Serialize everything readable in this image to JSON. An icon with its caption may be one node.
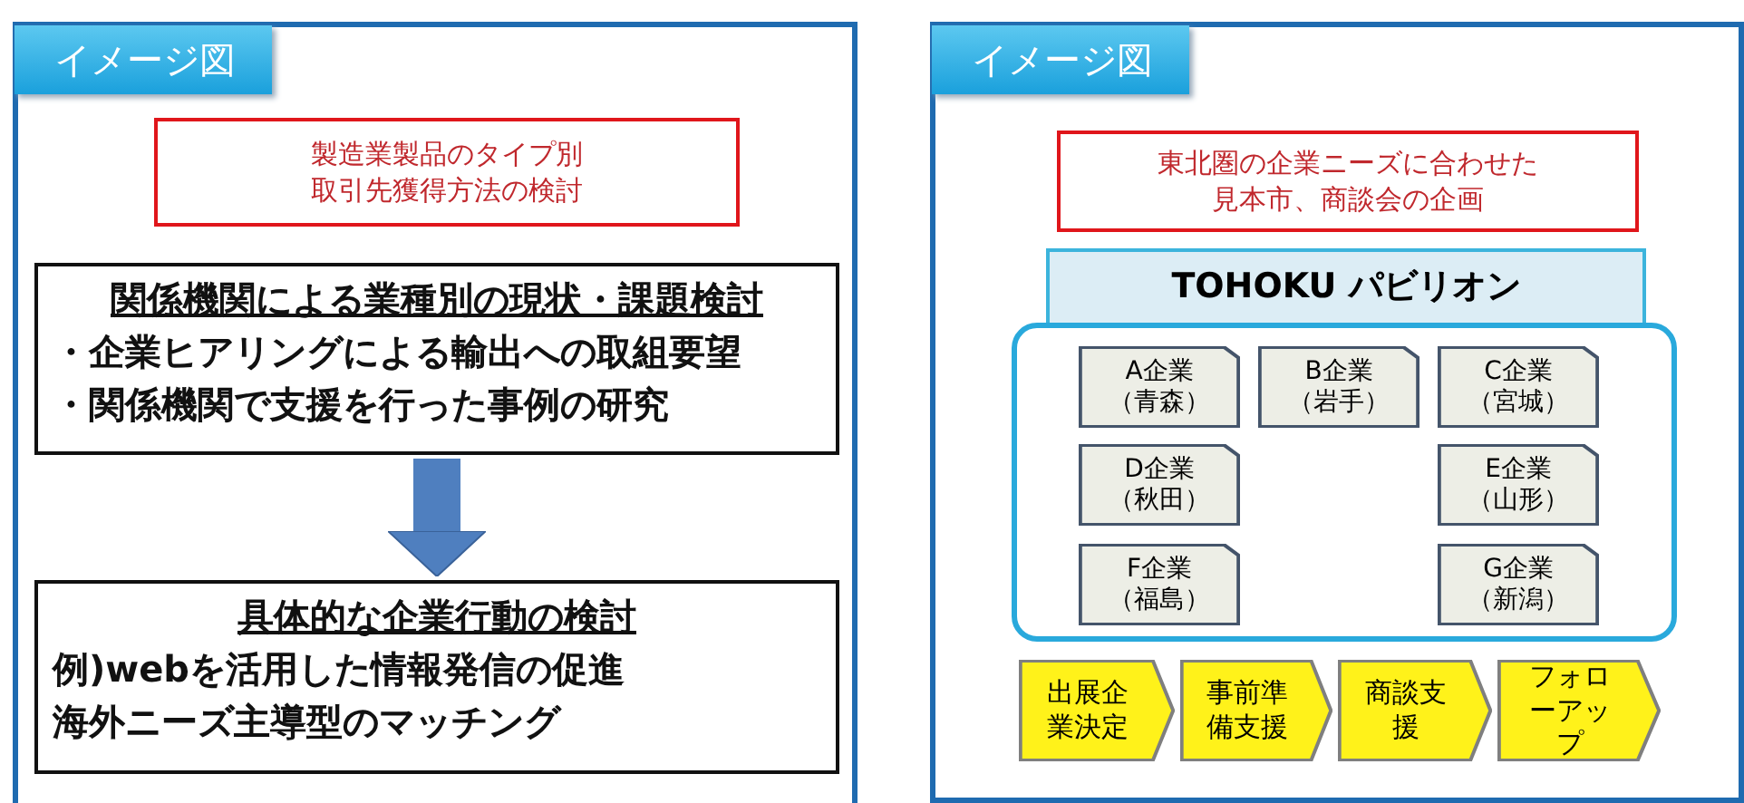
{
  "diagram": {
    "nodes": [
      {
        "text": [
          "イメージ図"
        ]
      },
      {
        "text": [
          "製造業製品のタイプ別取引先獲得方法の検討"
        ],
        "in": 0
      },
      {
        "text": [
          "関係機関による業種別の現状・課題検討",
          "・企業ヒアリングによる輸出への取組要望",
          "・関係機関で支援を行った事例の研究"
        ],
        "in": 0
      },
      {
        "text": [
          "具体的な企業行動の検討",
          "例)webを活用した情報発信の促進",
          "海外ニーズ主導型のマッチング"
        ],
        "in": 0
      },
      {
        "text": [
          "イメージ図"
        ]
      },
      {
        "text": [
          "東北圏の企業ニーズに合わせた見本市、商談会の企画"
        ],
        "in": 4
      },
      {
        "text": [
          "TOHOKU パビリオン"
        ],
        "in": 4
      },
      {
        "text": [],
        "shape": "box",
        "in": 4
      },
      {
        "text": [
          "A企業（青森）"
        ],
        "in": 7
      },
      {
        "text": [
          "B企業（岩手）"
        ],
        "in": 7
      },
      {
        "text": [
          "C企業（宮城）"
        ],
        "in": 7
      },
      {
        "text": [
          "D企業（秋田）"
        ],
        "in": 7
      },
      {
        "text": [
          "E企業（山形）"
        ],
        "in": 7
      },
      {
        "text": [
          "F企業（福島）"
        ],
        "in": 7
      },
      {
        "text": [
          "G企業（新潟）"
        ],
        "in": 7
      },
      {
        "text": [
          "出展企業決定"
        ],
        "in": 4
      },
      {
        "text": [
          "事前準備支援"
        ],
        "in": 4
      },
      {
        "text": [
          "商談支援"
        ],
        "in": 4
      },
      {
        "text": [
          "フォローアップ"
        ],
        "in": 4
      }
    ],
    "edges": [
      {
        "from": 2,
        "to": 3,
        "arrow": "to"
      }
    ]
  }
}
